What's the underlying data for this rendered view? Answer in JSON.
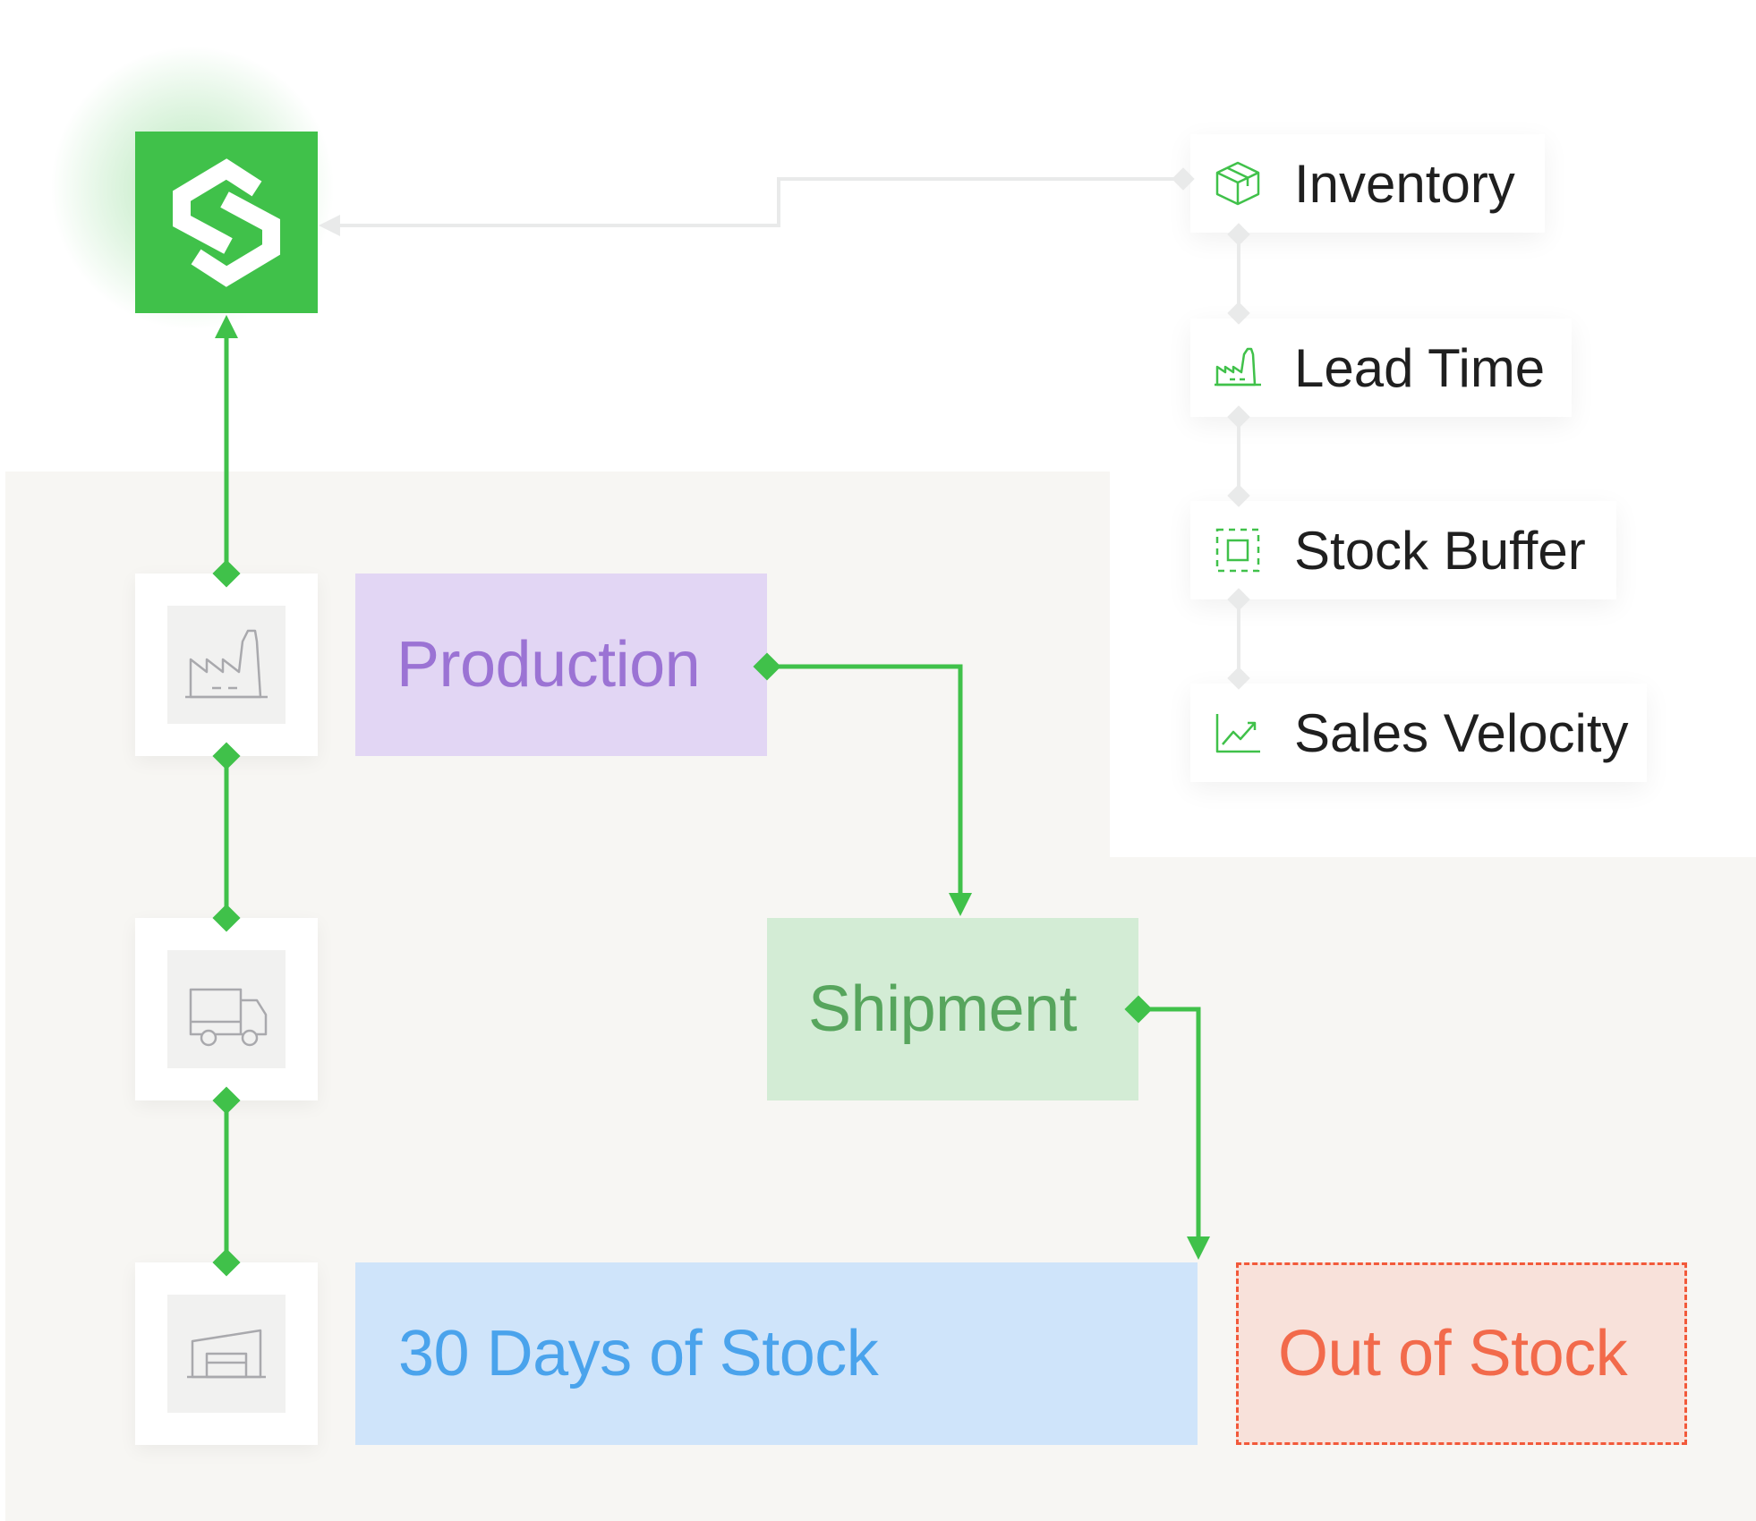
{
  "brand_color": "#40c14a",
  "legend": [
    {
      "label": "Inventory",
      "icon": "package-icon"
    },
    {
      "label": "Lead Time",
      "icon": "factory-icon"
    },
    {
      "label": "Stock Buffer",
      "icon": "dashed-square-icon"
    },
    {
      "label": "Sales Velocity",
      "icon": "trend-chart-icon"
    }
  ],
  "stages": {
    "production": {
      "label": "Production",
      "color": "#9b73d4",
      "fill": "#e2d6f4",
      "icon": "factory-icon"
    },
    "shipment": {
      "label": "Shipment",
      "color": "#57a55d",
      "fill": "#d3ecd5",
      "icon": "truck-icon"
    },
    "stock": {
      "label": "30 Days of Stock",
      "color": "#4aa3ec",
      "fill": "#cfe4fa",
      "icon": "warehouse-icon"
    },
    "out_of_stock": {
      "label": "Out of Stock",
      "color": "#f26a4b",
      "fill": "#f8e1da",
      "border": "#f2593a"
    }
  }
}
